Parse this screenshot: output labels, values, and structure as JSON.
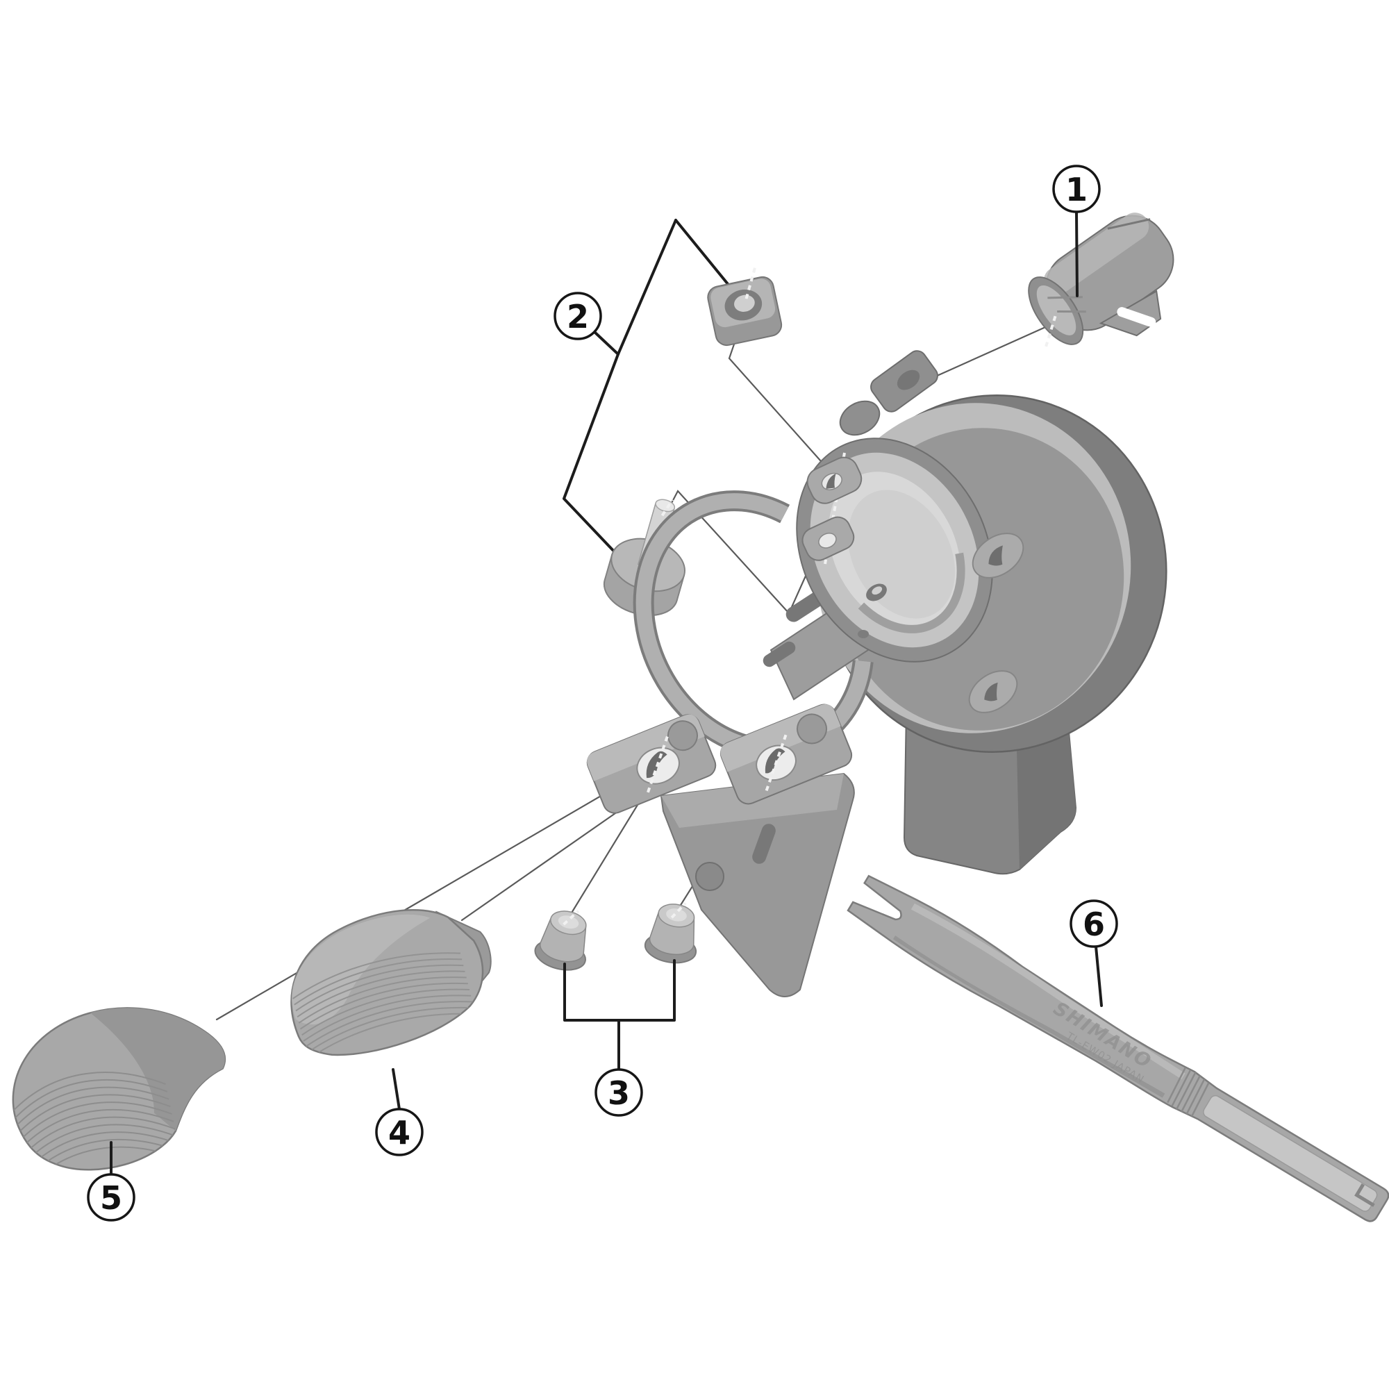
{
  "diagram": {
    "type": "exploded-parts-diagram",
    "background": "#ffffff",
    "callouts": {
      "c1": "1",
      "c2": "2",
      "c3": "3",
      "c4": "4",
      "c5": "5",
      "c6": "6"
    },
    "tool_engraving": {
      "brand": "SHIMANO",
      "model": "TL-EW02 JAPAN"
    },
    "palette": {
      "outline": "#1c1c1c",
      "leader": "#5a5a5a",
      "part_light": "#c9c9c9",
      "part_mid": "#a6a6a6",
      "part_dark": "#7c7c7c",
      "background": "#ffffff"
    }
  }
}
